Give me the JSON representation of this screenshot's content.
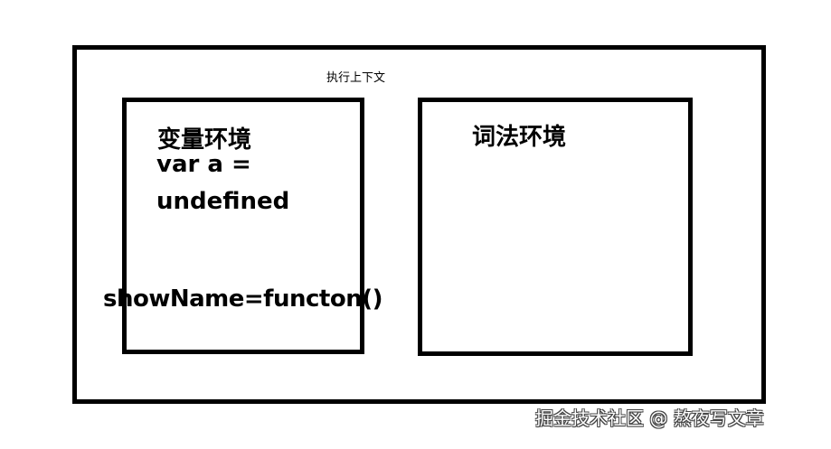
{
  "diagram": {
    "outer": {
      "label": "执行上下文"
    },
    "left": {
      "title": "变量环境",
      "lines": [
        "var a =",
        "undefined",
        "showName=functon()"
      ]
    },
    "right": {
      "title": "词法环境"
    }
  },
  "watermark": "掘金技术社区 @ 熬夜写文章"
}
